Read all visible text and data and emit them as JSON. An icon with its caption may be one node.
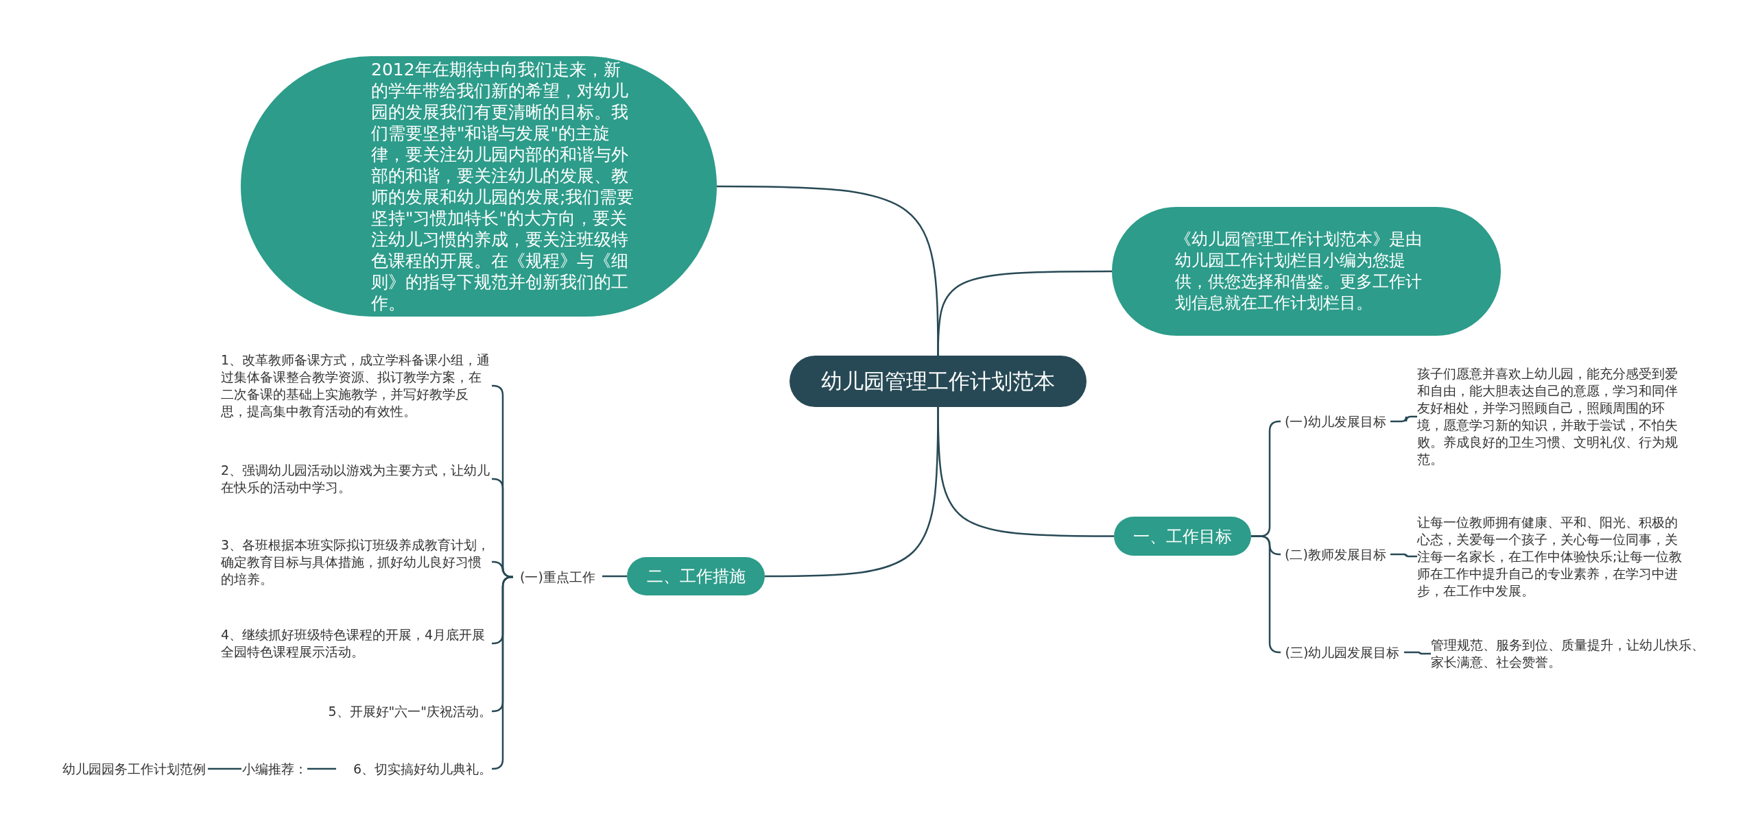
{
  "diagram": {
    "nodes": [
      {
        "text": [
          "幼儿园管理工作计划范本"
        ]
      },
      {
        "text": [
          "2012年在期待中向我们走来，新的学年带给我们新的希望，对幼儿园的发展我们有更清晰的目标。我们需要坚持\"和谐与发展\"的主旋律，要关注幼儿园内部的和谐与外部的和谐，要关注幼儿的发展、教师的发展和幼儿园的发展;我们需要坚持\"习惯加特长\"的大方向，要关注幼儿习惯的养成，要关注班级特色课程的开展。在《规程》与《细则》的指导下规范并创新我们的工作。"
        ]
      },
      {
        "text": [
          "《幼儿园管理工作计划范本》是由幼儿园工作计划栏目小编为您提供，供您选择和借鉴。更多工作计划信息就在工作计划栏目。"
        ]
      },
      {
        "text": [
          "二、工作措施"
        ]
      },
      {
        "text": [
          "(一)重点工作"
        ]
      },
      {
        "text": [
          "1、改革教师备课方式，成立学科备课小组，通过集体备课整合教学资源、拟订教学方案，在二次备课的基础上实施教学，并写好教学反思，提高集中教育活动的有效性。"
        ]
      },
      {
        "text": [
          "2、强调幼儿园活动以游戏为主要方式，让幼儿在快乐的活动中学习。"
        ]
      },
      {
        "text": [
          "3、各班根据本班实际拟订班级养成教育计划，确定教育目标与具体措施，抓好幼儿良好习惯的培养。"
        ]
      },
      {
        "text": [
          "4、继续抓好班级特色课程的开展，4月底开展全园特色课程展示活动。"
        ]
      },
      {
        "text": [
          "5、开展好\"六一\"庆祝活动。"
        ]
      },
      {
        "text": [
          "6、切实搞好幼儿典礼。"
        ]
      },
      {
        "text": [
          "小编推荐："
        ]
      },
      {
        "text": [
          "幼儿园园务工作计划范例"
        ]
      },
      {
        "text": [
          "一、工作目标"
        ]
      },
      {
        "text": [
          "(一)幼儿发展目标"
        ]
      },
      {
        "text": [
          "孩子们愿意并喜欢上幼儿园，能充分感受到爱和自由，能大胆表达自己的意愿，学习和同伴友好相处，并学习照顾自己，照顾周围的环境，愿意学习新的知识，并敢于尝试，不怕失败。养成良好的卫生习惯、文明礼仪、行为规范。"
        ]
      },
      {
        "text": [
          "(二)教师发展目标"
        ]
      },
      {
        "text": [
          "让每一位教师拥有健康、平和、阳光、积极的心态，关爱每一个孩子，关心每一位同事，关注每一名家长，在工作中体验快乐;让每一位教师在工作中提升自己的专业素养，在学习中进步，在工作中发展。"
        ]
      },
      {
        "text": [
          "(三)幼儿园发展目标"
        ]
      },
      {
        "text": [
          "管理规范、服务到位、质量提升，让幼儿快乐、家长满意、社会赞誉。"
        ]
      }
    ],
    "edges": [
      {
        "from": 0,
        "to": 1,
        "arrow": "none"
      },
      {
        "from": 0,
        "to": 2,
        "arrow": "none"
      },
      {
        "from": 0,
        "to": 3,
        "arrow": "none"
      },
      {
        "from": 0,
        "to": 13,
        "arrow": "none"
      },
      {
        "from": 3,
        "to": 4,
        "arrow": "none"
      },
      {
        "from": 4,
        "to": 5,
        "arrow": "none"
      },
      {
        "from": 4,
        "to": 6,
        "arrow": "none"
      },
      {
        "from": 4,
        "to": 7,
        "arrow": "none"
      },
      {
        "from": 4,
        "to": 8,
        "arrow": "none"
      },
      {
        "from": 4,
        "to": 9,
        "arrow": "none"
      },
      {
        "from": 4,
        "to": 10,
        "arrow": "none"
      },
      {
        "from": 10,
        "to": 11,
        "arrow": "none"
      },
      {
        "from": 11,
        "to": 12,
        "arrow": "none"
      },
      {
        "from": 13,
        "to": 14,
        "arrow": "none"
      },
      {
        "from": 13,
        "to": 16,
        "arrow": "none"
      },
      {
        "from": 13,
        "to": 18,
        "arrow": "none"
      },
      {
        "from": 14,
        "to": 15,
        "arrow": "none"
      },
      {
        "from": 16,
        "to": 17,
        "arrow": "none"
      },
      {
        "from": 18,
        "to": 19,
        "arrow": "none"
      }
    ]
  }
}
